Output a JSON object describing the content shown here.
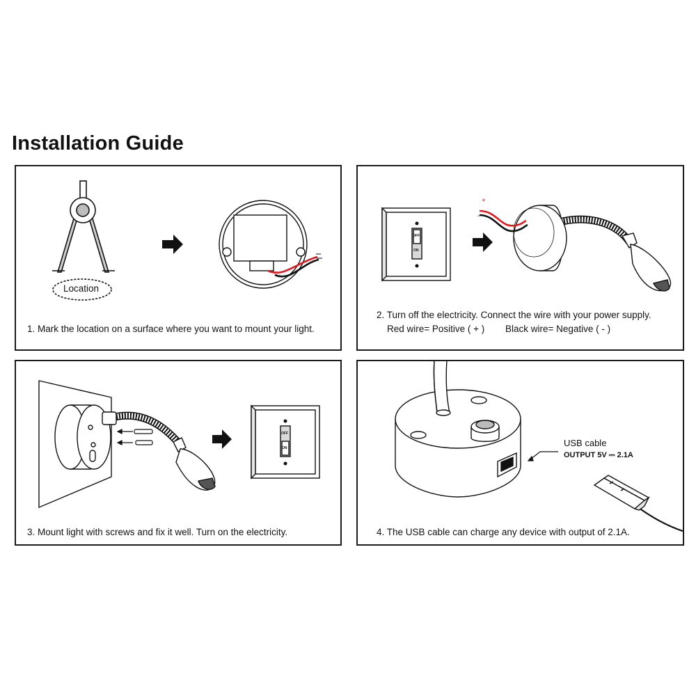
{
  "title": "Installation Guide",
  "steps": [
    {
      "caption": "1. Mark the location on a surface where you want to mount your light.",
      "location_label": "Location"
    },
    {
      "caption": "2. Turn off the electricity. Connect the wire with your power supply.",
      "red_wire": "Red wire= Positive ( + )",
      "black_wire": "Black wire= Negative ( - )",
      "plus_sign": "+",
      "minus_sign": "-",
      "switch_off": "OFF",
      "switch_on": "ON"
    },
    {
      "caption": "3. Mount light with screws and fix it well.  Turn on the electricity.",
      "switch_off": "OFF",
      "switch_on": "ON"
    },
    {
      "caption": "4. The USB cable can charge any device with output of 2.1A.",
      "usb_label": "USB cable",
      "output_label": "OUTPUT 5V ⎓ 2.1A"
    }
  ],
  "colors": {
    "wire_red": "#e0191e",
    "wire_black": "#111111",
    "switch_gray": "#d9d9d9"
  }
}
